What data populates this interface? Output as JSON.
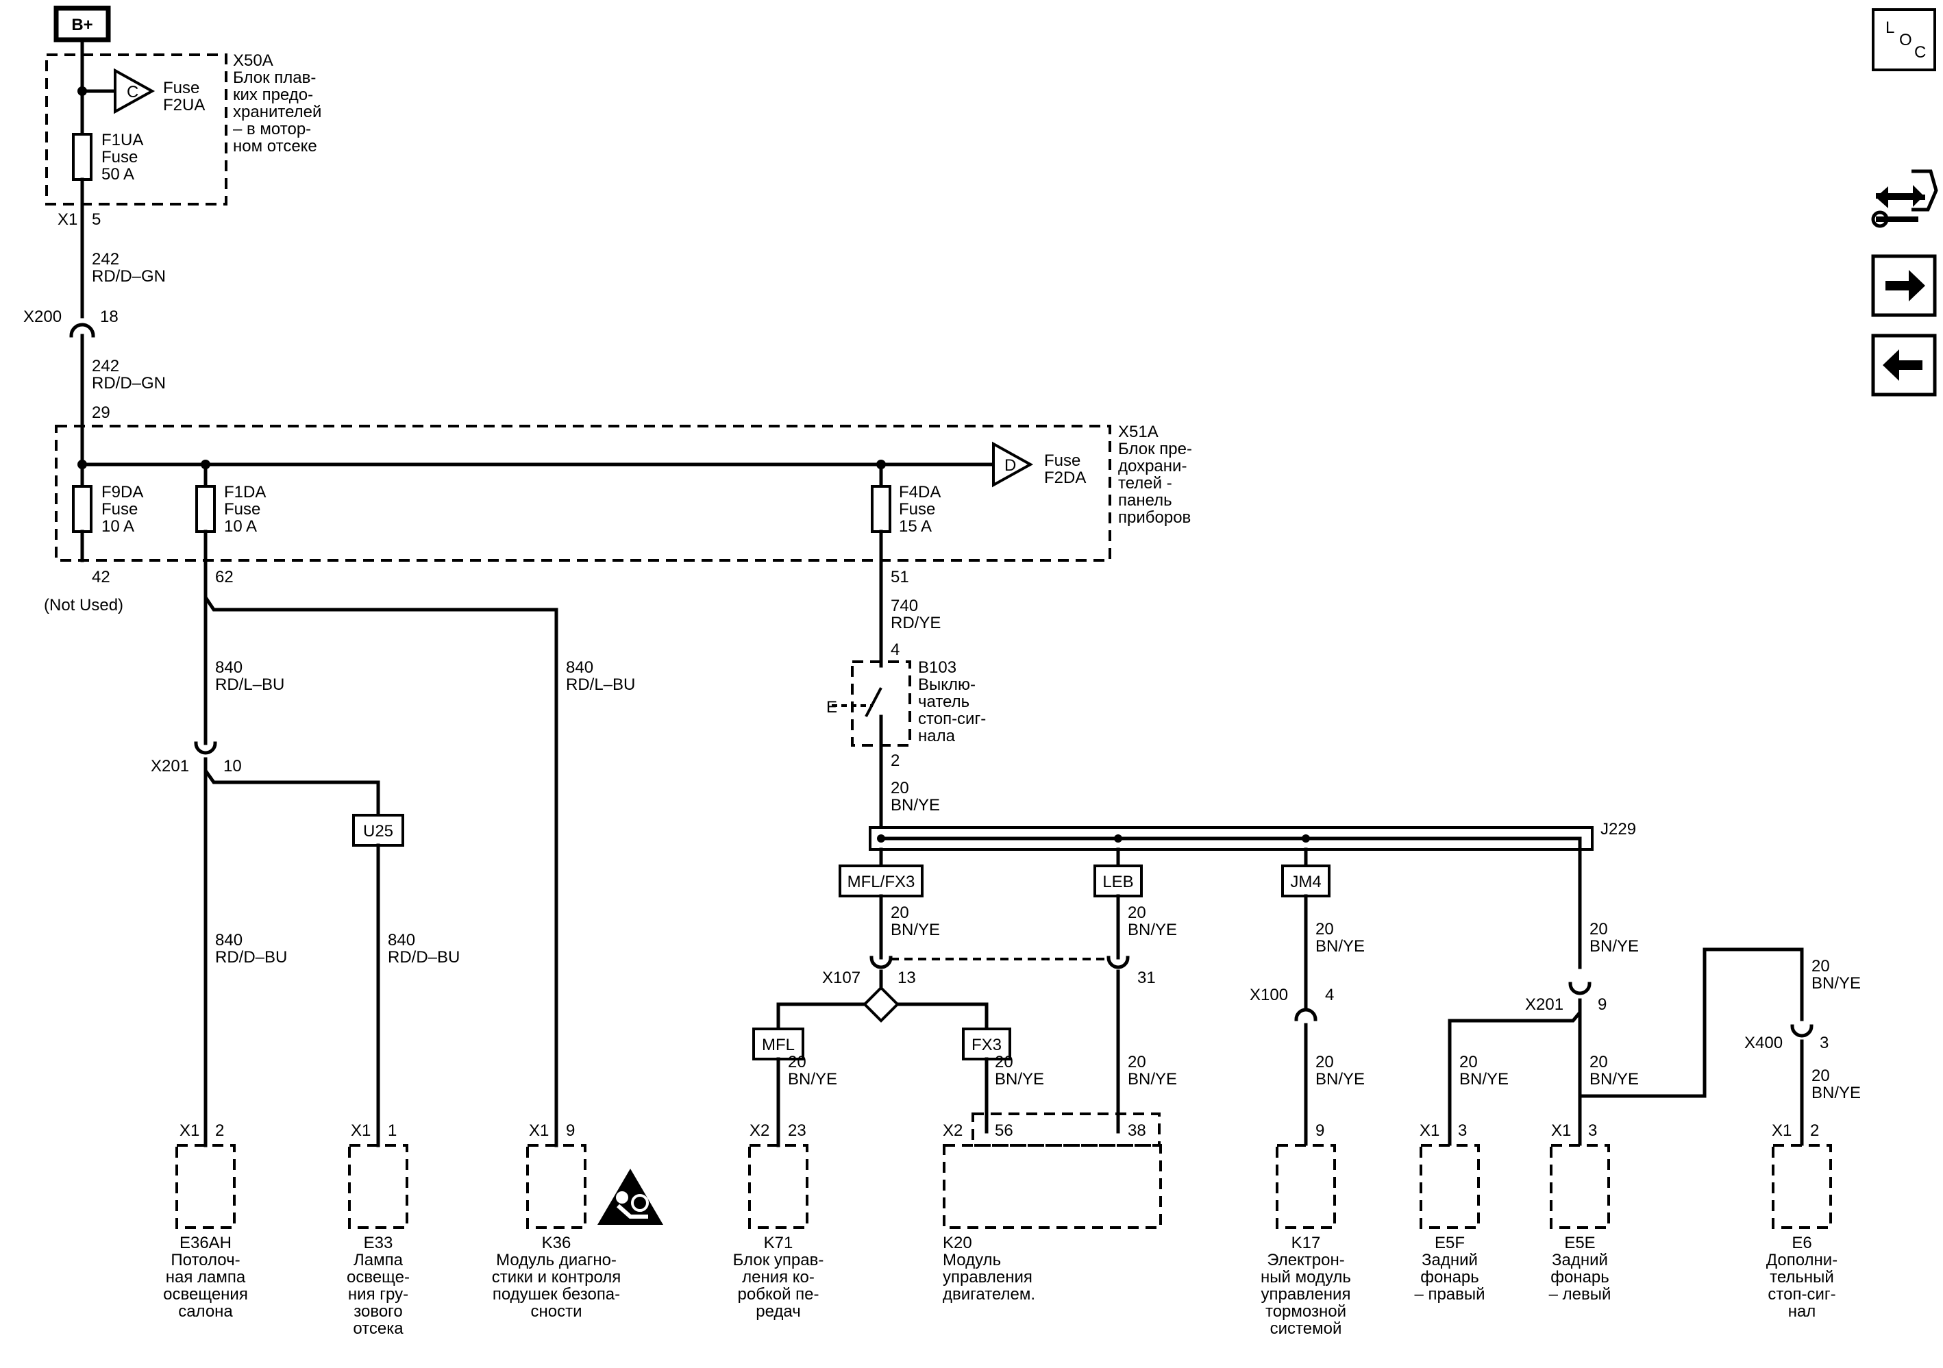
{
  "supply": {
    "label": "B+"
  },
  "x50a": {
    "id": "X50A",
    "desc": [
      "Блок плав-",
      "ких предо-",
      "хранителей",
      "– в мотор-",
      "ном отсеке"
    ],
    "fuse_c": {
      "letter": "C",
      "l1": "Fuse",
      "l2": "F2UA"
    },
    "f1ua": [
      "F1UA",
      "Fuse",
      "50 A"
    ]
  },
  "wires": {
    "x1": "X1",
    "x1_pin": "5",
    "w242a": [
      "242",
      "RD/D–GN"
    ],
    "x200": "X200",
    "x200_pin": "18",
    "w242b": [
      "242",
      "RD/D–GN"
    ],
    "pin29": "29",
    "pin42": "42",
    "not_used": "(Not Used)",
    "pin62": "62",
    "pin51": "51",
    "w740": [
      "740",
      "RD/YE"
    ],
    "pin4": "4",
    "pin2": "2",
    "w20_main": [
      "20",
      "BN/YE"
    ],
    "w840_left": [
      "840",
      "RD/L–BU"
    ],
    "w840_right": [
      "840",
      "RD/L–BU"
    ],
    "x201a": "X201",
    "x201a_pin": "10",
    "w840_e36": [
      "840",
      "RD/D–BU"
    ],
    "w840_e33": [
      "840",
      "RD/D–BU"
    ],
    "j229": "J229",
    "w20_mfl_fx3": [
      "20",
      "BN/YE"
    ],
    "w20_leb": [
      "20",
      "BN/YE"
    ],
    "w20_jm4": [
      "20",
      "BN/YE"
    ],
    "w20_x201b": [
      "20",
      "BN/YE"
    ],
    "w20_x400_top": [
      "20",
      "BN/YE"
    ],
    "x107": "X107",
    "x107_pin": "13",
    "x107_pin31": "31",
    "x100": "X100",
    "x100_pin": "4",
    "x201b": "X201",
    "x201b_pin": "9",
    "x400": "X400",
    "x400_pin": "3",
    "w20_mfl": [
      "20",
      "BN/YE"
    ],
    "w20_fx3": [
      "20",
      "BN/YE"
    ],
    "w20_31": [
      "20",
      "BN/YE"
    ],
    "w20_x100": [
      "20",
      "BN/YE"
    ],
    "w20_e5f": [
      "20",
      "BN/YE"
    ],
    "w20_e5e": [
      "20",
      "BN/YE"
    ],
    "w20_e6": [
      "20",
      "BN/YE"
    ]
  },
  "x51a": {
    "id": "X51A",
    "desc": [
      "Блок пре-",
      "дохрани-",
      "телей -",
      "панель",
      "приборов"
    ],
    "fuse_d": {
      "letter": "D",
      "l1": "Fuse",
      "l2": "F2DA"
    },
    "f9da": [
      "F9DA",
      "Fuse",
      "10 A"
    ],
    "f1da": [
      "F1DA",
      "Fuse",
      "10 A"
    ],
    "f4da": [
      "F4DA",
      "Fuse",
      "15 A"
    ]
  },
  "b103": {
    "id": "B103",
    "letter": "E",
    "desc": [
      "Выклю-",
      "чатель",
      "стоп-сиг-",
      "нала"
    ]
  },
  "options": {
    "u25": "U25",
    "mfl_fx3": "MFL/FX3",
    "leb": "LEB",
    "jm4": "JM4",
    "mfl": "MFL",
    "fx3": "FX3"
  },
  "components": {
    "e36ah": {
      "conn": "X1",
      "pin": "2",
      "name": [
        "E36AH",
        "Потолоч-",
        "ная лампа",
        "освещения",
        "салона"
      ]
    },
    "e33": {
      "conn": "X1",
      "pin": "1",
      "name": [
        "E33",
        "Лампа",
        "освеще-",
        "ния гру-",
        "зового",
        "отсека"
      ]
    },
    "k36": {
      "conn": "X1",
      "pin": "9",
      "name": [
        "K36",
        "Модуль диагно-",
        "стики и контроля",
        "подушек безопа-",
        "сности"
      ]
    },
    "k71": {
      "conn": "X2",
      "pin": "23",
      "name": [
        "K71",
        "Блок управ-",
        "ления ко-",
        "робкой пе-",
        "редач"
      ]
    },
    "k20": {
      "conn": "X2",
      "pin": "56",
      "pin2": "38",
      "name": [
        "K20",
        "Модуль",
        "управления",
        "двигателем."
      ]
    },
    "k17": {
      "pin": "9",
      "name": [
        "K17",
        "Электрон-",
        "ный модуль",
        "управления",
        "тормозной",
        "системой"
      ]
    },
    "e5f": {
      "conn": "X1",
      "pin": "3",
      "name": [
        "E5F",
        "Задний",
        "фонарь",
        "– правый"
      ]
    },
    "e5e": {
      "conn": "X1",
      "pin": "3",
      "name": [
        "E5E",
        "Задний",
        "фонарь",
        "– левый"
      ]
    },
    "e6": {
      "conn": "X1",
      "pin": "2",
      "name": [
        "E6",
        "Дополни-",
        "тельный",
        "стоп-сиг-",
        "нал"
      ]
    }
  },
  "nav": {
    "loc": [
      "L",
      "O",
      "C"
    ]
  }
}
